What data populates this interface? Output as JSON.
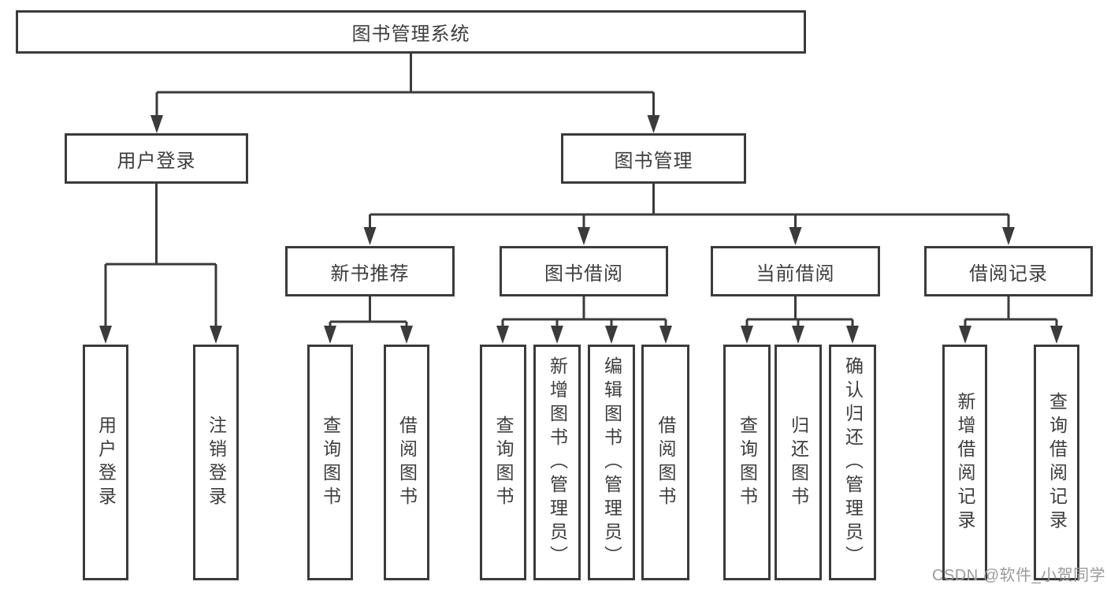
{
  "diagram": {
    "type": "hierarchy-tree",
    "root": {
      "label": "图书管理系统"
    },
    "level2": [
      {
        "label": "用户登录",
        "leaves": [
          "用户登录",
          "注销登录"
        ]
      },
      {
        "label": "图书管理",
        "modules": [
          {
            "label": "新书推荐",
            "leaves": [
              "查询图书",
              "借阅图书"
            ]
          },
          {
            "label": "图书借阅",
            "leaves": [
              "查询图书",
              "新增图书（管理员）",
              "编辑图书（管理员）",
              "借阅图书"
            ]
          },
          {
            "label": "当前借阅",
            "leaves": [
              "查询图书",
              "归还图书",
              "确认归还（管理员）"
            ]
          },
          {
            "label": "借阅记录",
            "leaves": [
              "新增借阅记录",
              "查询借阅记录"
            ]
          }
        ]
      }
    ]
  },
  "watermark": {
    "text": "CSDN @软件_小贺同学"
  },
  "colors": {
    "line": "#3b3b3b",
    "box_border": "#3b3b3b",
    "text": "#3d3d3d",
    "background": "#ffffff",
    "watermark": "#9b9b9b"
  }
}
